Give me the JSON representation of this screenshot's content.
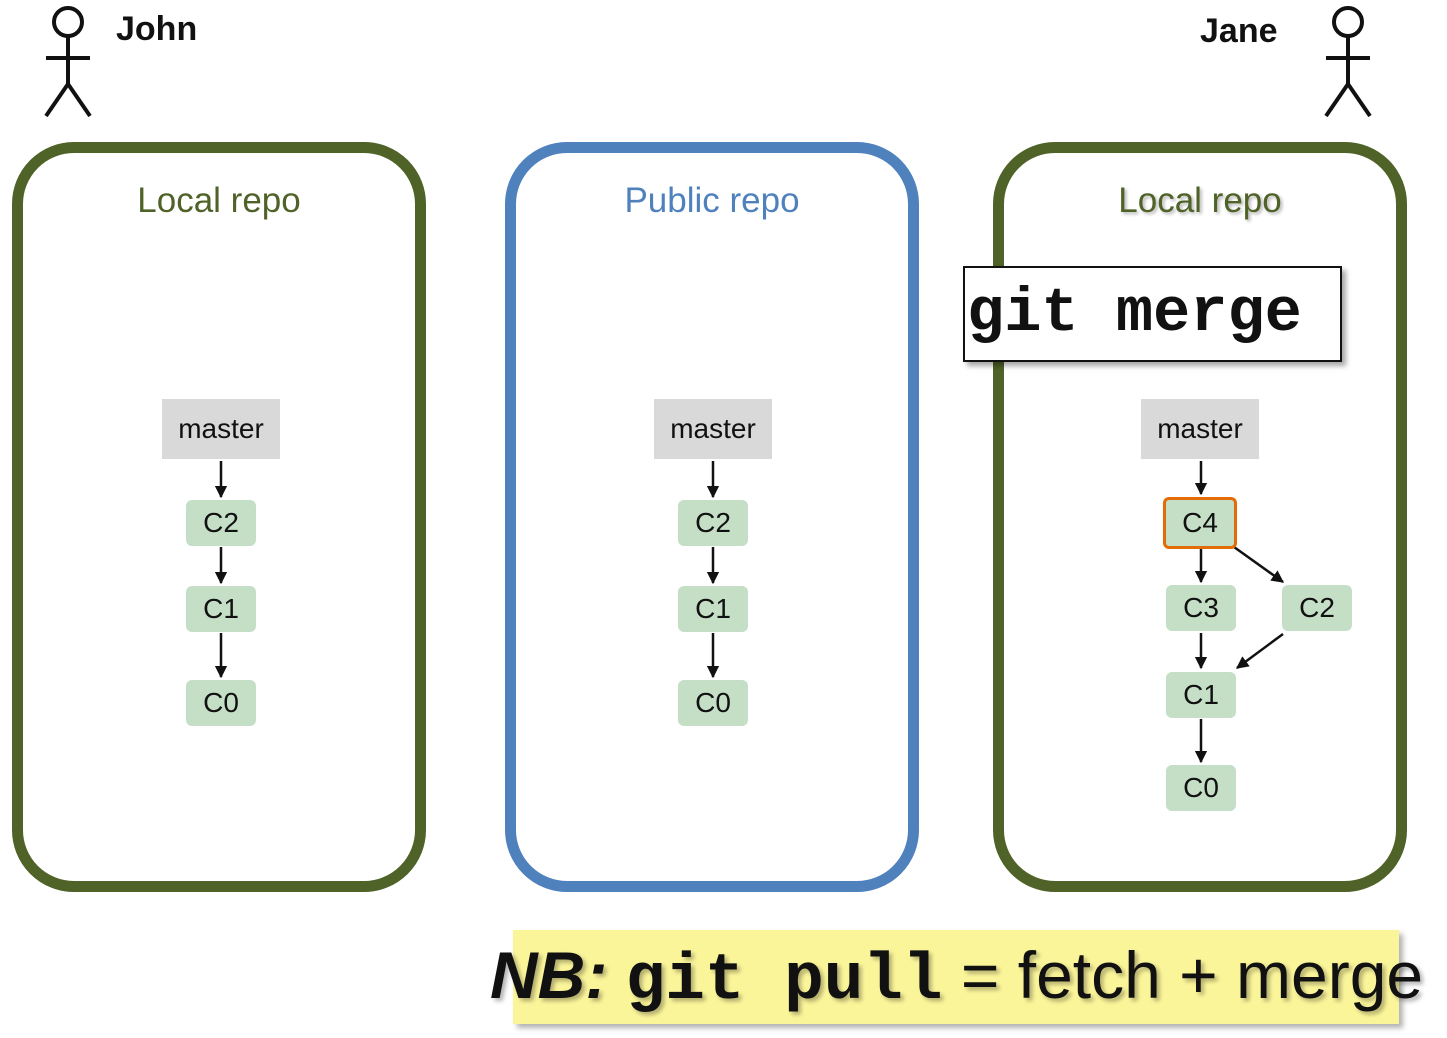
{
  "people": {
    "left": {
      "name": "John"
    },
    "right": {
      "name": "Jane"
    }
  },
  "repos": {
    "john": {
      "title": "Local repo",
      "branch": "master",
      "commits": [
        "C2",
        "C1",
        "C0"
      ]
    },
    "public": {
      "title": "Public repo",
      "branch": "master",
      "commits": [
        "C2",
        "C1",
        "C0"
      ]
    },
    "jane": {
      "title": "Local repo",
      "branch": "master",
      "commits": {
        "merge": "C4",
        "left": "C3",
        "right": "C2",
        "c1": "C1",
        "c0": "C0"
      }
    }
  },
  "command": "git merge",
  "note": {
    "label": "NB:",
    "command": "git pull",
    "rest": "= fetch + merge"
  },
  "colors": {
    "local_border": "#4f6228",
    "public_border": "#4f81bd",
    "commit_fill": "#c5dfc7",
    "branch_fill": "#d9d9d9",
    "highlight": "#e36c09",
    "note_fill": "#fbf59a"
  }
}
